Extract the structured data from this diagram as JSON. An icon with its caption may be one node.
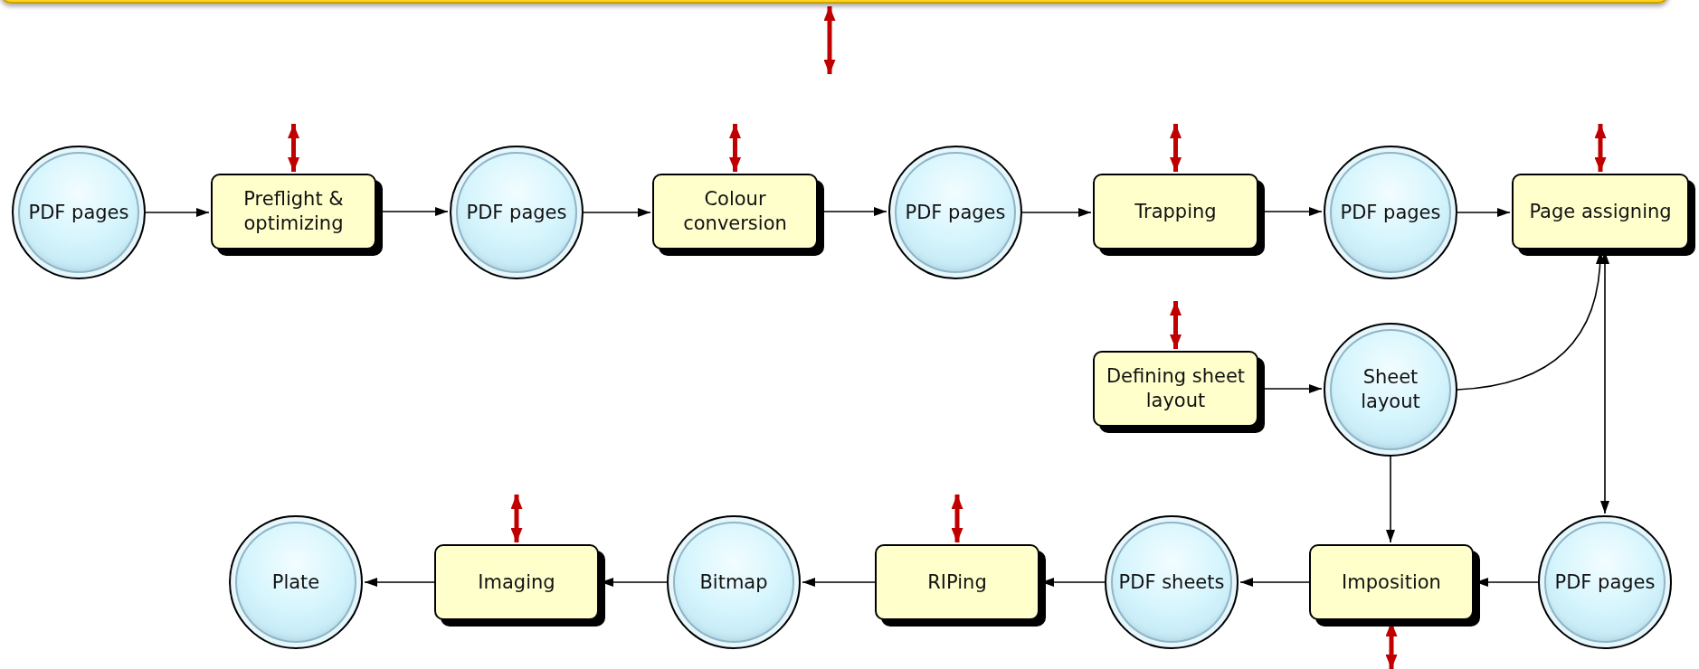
{
  "diagram": {
    "nodes": [
      {
        "text": [],
        "shape": "bar"
      },
      {
        "text": [
          "PDF pages"
        ]
      },
      {
        "text": [
          "Preflight & optimizing"
        ]
      },
      {
        "text": [
          "PDF pages"
        ]
      },
      {
        "text": [
          "Colour conversion"
        ]
      },
      {
        "text": [
          "PDF pages"
        ]
      },
      {
        "text": [
          "Trapping"
        ]
      },
      {
        "text": [
          "PDF pages"
        ]
      },
      {
        "text": [
          "Page assigning"
        ]
      },
      {
        "text": [
          "Defining sheet layout"
        ]
      },
      {
        "text": [
          "Sheet layout"
        ]
      },
      {
        "text": [
          "Plate"
        ]
      },
      {
        "text": [
          "Imaging"
        ]
      },
      {
        "text": [
          "Bitmap"
        ]
      },
      {
        "text": [
          "RIPing"
        ]
      },
      {
        "text": [
          "PDF sheets"
        ]
      },
      {
        "text": [
          "Imposition"
        ]
      },
      {
        "text": [
          "PDF pages"
        ]
      }
    ],
    "edges": [
      {
        "from": 1,
        "to": 2,
        "arrow": "to"
      },
      {
        "from": 2,
        "to": 3,
        "arrow": "to"
      },
      {
        "from": 3,
        "to": 4,
        "arrow": "to"
      },
      {
        "from": 4,
        "to": 5,
        "arrow": "to"
      },
      {
        "from": 5,
        "to": 6,
        "arrow": "to"
      },
      {
        "from": 6,
        "to": 7,
        "arrow": "to"
      },
      {
        "from": 7,
        "to": 8,
        "arrow": "to"
      },
      {
        "from": 9,
        "to": 10,
        "arrow": "to"
      },
      {
        "from": 10,
        "to": 8,
        "arrow": "to"
      },
      {
        "from": 8,
        "to": 17,
        "arrow": "both"
      },
      {
        "from": 10,
        "to": 16,
        "arrow": "to"
      },
      {
        "from": 17,
        "to": 16,
        "arrow": "to"
      },
      {
        "from": 16,
        "to": 15,
        "arrow": "to"
      },
      {
        "from": 15,
        "to": 14,
        "arrow": "to"
      },
      {
        "from": 14,
        "to": 13,
        "arrow": "to"
      },
      {
        "from": 13,
        "to": 12,
        "arrow": "to"
      },
      {
        "from": 12,
        "to": 11,
        "arrow": "to"
      },
      {
        "from": 0,
        "to": null,
        "arrow": "both",
        "style": "thick",
        "color": "#c00000"
      },
      {
        "from": null,
        "to": 2,
        "arrow": "both",
        "style": "thick",
        "color": "#c00000"
      },
      {
        "from": null,
        "to": 4,
        "arrow": "both",
        "style": "thick",
        "color": "#c00000"
      },
      {
        "from": null,
        "to": 6,
        "arrow": "both",
        "style": "thick",
        "color": "#c00000"
      },
      {
        "from": null,
        "to": 8,
        "arrow": "both",
        "style": "thick",
        "color": "#c00000"
      },
      {
        "from": null,
        "to": 9,
        "arrow": "both",
        "style": "thick",
        "color": "#c00000"
      },
      {
        "from": null,
        "to": 12,
        "arrow": "both",
        "style": "thick",
        "color": "#c00000"
      },
      {
        "from": null,
        "to": 14,
        "arrow": "both",
        "style": "thick",
        "color": "#c00000"
      },
      {
        "from": null,
        "to": 16,
        "arrow": "both",
        "style": "thick",
        "color": "#c00000"
      }
    ]
  }
}
